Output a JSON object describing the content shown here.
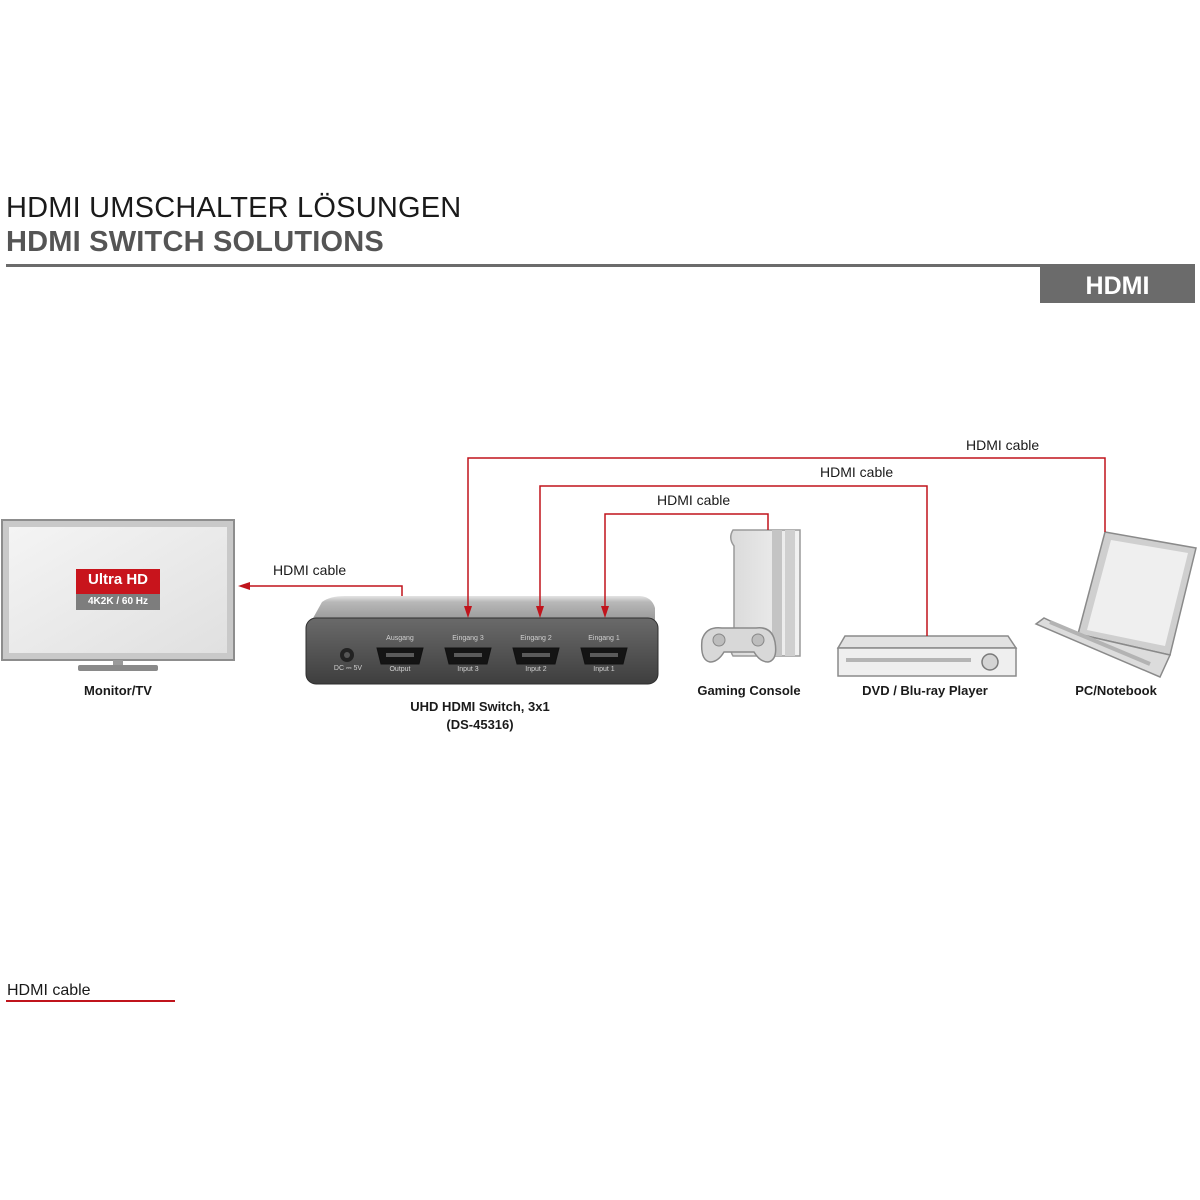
{
  "header": {
    "title_de": "HDMI UMSCHALTER LÖSUNGEN",
    "title_en": "HDMI SWITCH SOLUTIONS",
    "badge": "HDMI"
  },
  "colors": {
    "cable": "#c0141c",
    "rule": "#6b6b6b",
    "badge_bg": "#6b6b6b"
  },
  "monitor": {
    "label": "Monitor/TV",
    "logo_top": "Ultra HD",
    "logo_bottom": "4K2K / 60 Hz"
  },
  "switch": {
    "name_line1": "UHD HDMI Switch, 3x1",
    "name_line2": "(DS-45316)",
    "dc_label": "DC ⎓ 5V",
    "ports": [
      {
        "top": "Ausgang",
        "bottom": "Output"
      },
      {
        "top": "Eingang 3",
        "bottom": "Input 3"
      },
      {
        "top": "Eingang 2",
        "bottom": "Input 2"
      },
      {
        "top": "Eingang 1",
        "bottom": "Input 1"
      }
    ]
  },
  "devices": {
    "console": "Gaming Console",
    "player": "DVD / Blu-ray Player",
    "pc": "PC/Notebook"
  },
  "cables": {
    "to_monitor": "HDMI cable",
    "from_pc": "HDMI cable",
    "from_player": "HDMI cable",
    "from_console": "HDMI cable"
  },
  "legend": {
    "label": "HDMI cable"
  }
}
